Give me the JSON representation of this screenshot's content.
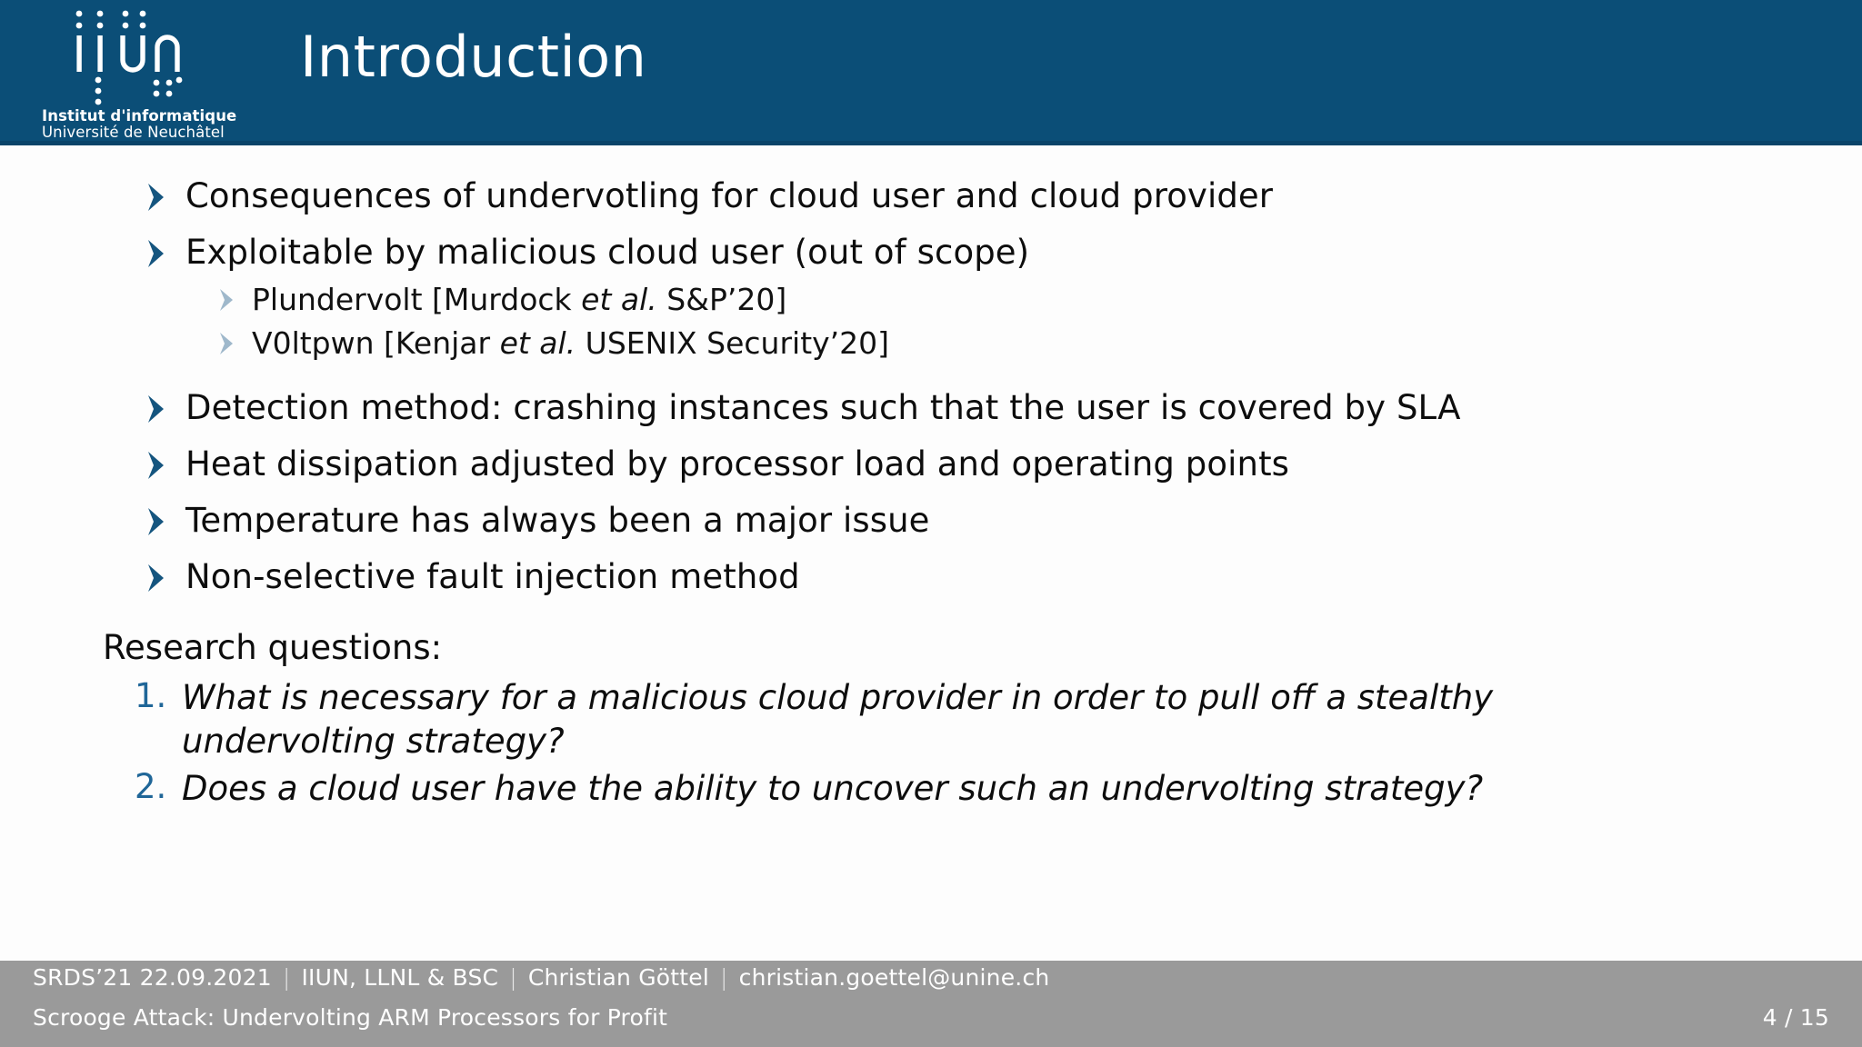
{
  "header": {
    "title": "Introduction",
    "logo": {
      "mark": "iiun-logo",
      "line1": "Institut d'informatique",
      "line2": "Université de Neuchâtel"
    },
    "background_color": "#0b4e77"
  },
  "content": {
    "bullets": [
      {
        "level": 1,
        "text": "Consequences of undervotling for cloud user and cloud provider"
      },
      {
        "level": 1,
        "text": "Exploitable by malicious cloud user (out of scope)"
      },
      {
        "level": 2,
        "pre": "Plundervolt [Murdock ",
        "em": "et al.",
        "post": " S&P’20]"
      },
      {
        "level": 2,
        "pre": "V0ltpwn [Kenjar ",
        "em": "et al.",
        "post": " USENIX Security’20]"
      },
      {
        "level": 1,
        "text": "Detection method: crashing instances such that the user is covered by SLA"
      },
      {
        "level": 1,
        "text": "Heat dissipation adjusted by processor load and operating points"
      },
      {
        "level": 1,
        "text": "Temperature has always been a major issue"
      },
      {
        "level": 1,
        "text": "Non-selective fault injection method"
      }
    ],
    "research_label": "Research questions:",
    "questions": [
      {
        "number": "1.",
        "text": "What is necessary for a malicious cloud provider in order to pull off a stealthy undervolting strategy?"
      },
      {
        "number": "2.",
        "text": "Does a cloud user have the ability to uncover such an undervolting strategy?"
      }
    ],
    "bullet_color_level1": "#15557f",
    "bullet_color_level2": "#9fb8cb",
    "number_color": "#1f6698"
  },
  "footer": {
    "conference": "SRDS’21 22.09.2021",
    "affiliation": "IIUN, LLNL & BSC",
    "author": "Christian Göttel",
    "email": "christian.goettel@unine.ch",
    "paper_title": "Scrooge Attack: Undervolting ARM Processors for Profit",
    "page": "4 / 15",
    "separator": "|",
    "background_color": "#9a9a9a"
  }
}
